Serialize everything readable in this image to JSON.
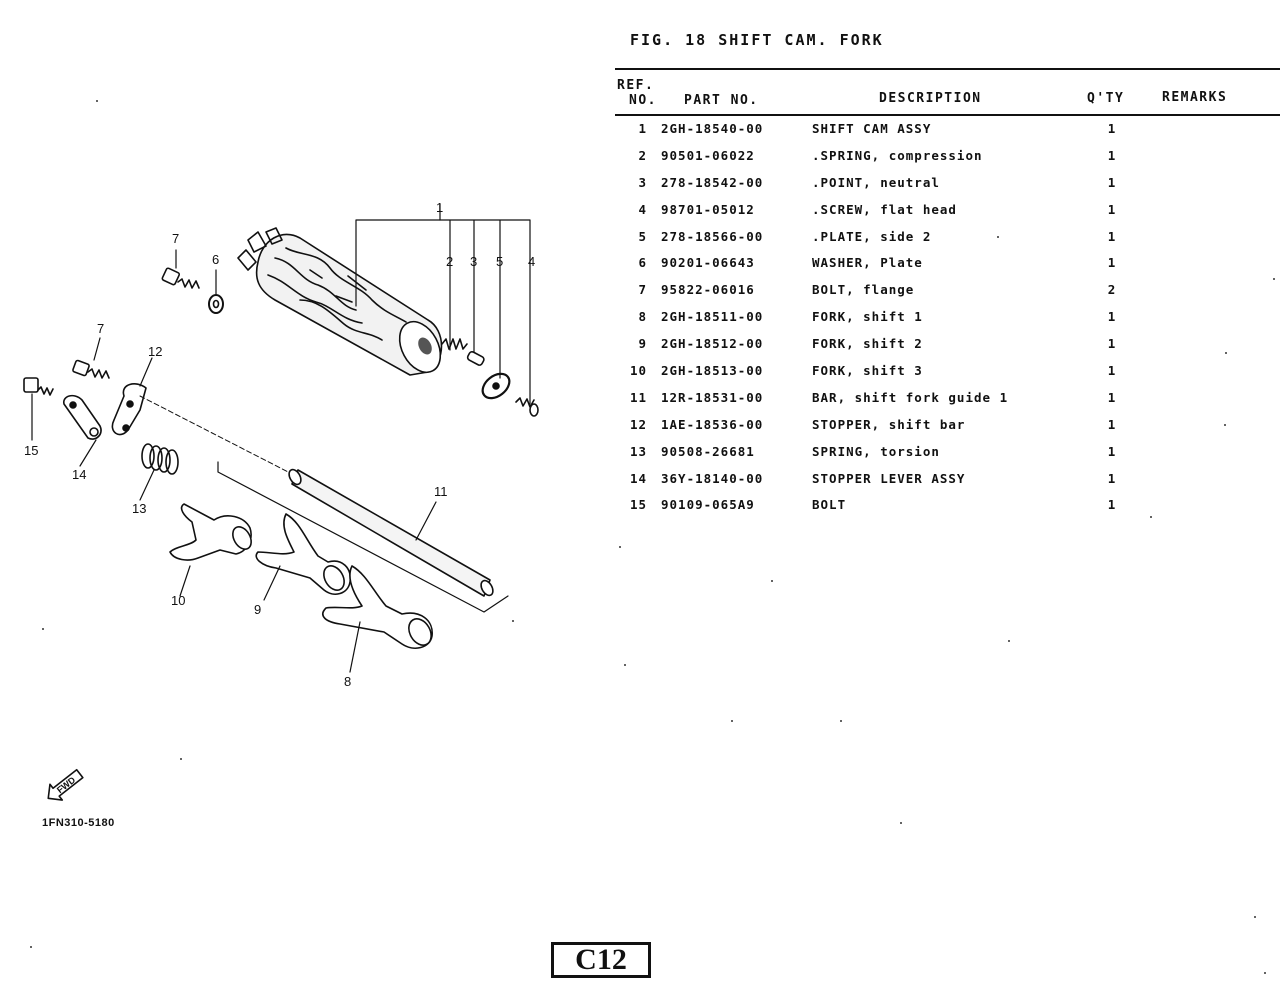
{
  "figure": {
    "title": "FIG. 18   SHIFT CAM. FORK"
  },
  "table": {
    "headers": {
      "ref_line1": "REF.",
      "ref_line2": "NO.",
      "part_no": "PART NO.",
      "description": "DESCRIPTION",
      "qty": "Q'TY",
      "remarks": "REMARKS"
    },
    "rows": [
      {
        "ref": "1",
        "part": "2GH-18540-00",
        "desc": "SHIFT CAM ASSY",
        "qty": "1",
        "remarks": ""
      },
      {
        "ref": "2",
        "part": "90501-06022",
        "desc": ".SPRING, compression",
        "qty": "1",
        "remarks": ""
      },
      {
        "ref": "3",
        "part": "278-18542-00",
        "desc": ".POINT, neutral",
        "qty": "1",
        "remarks": ""
      },
      {
        "ref": "4",
        "part": "98701-05012",
        "desc": ".SCREW, flat head",
        "qty": "1",
        "remarks": ""
      },
      {
        "ref": "5",
        "part": "278-18566-00",
        "desc": ".PLATE, side 2",
        "qty": "1",
        "remarks": ""
      },
      {
        "ref": "6",
        "part": "90201-06643",
        "desc": "WASHER, Plate",
        "qty": "1",
        "remarks": ""
      },
      {
        "ref": "7",
        "part": "95822-06016",
        "desc": "BOLT, flange",
        "qty": "2",
        "remarks": ""
      },
      {
        "ref": "8",
        "part": "2GH-18511-00",
        "desc": "FORK, shift 1",
        "qty": "1",
        "remarks": ""
      },
      {
        "ref": "9",
        "part": "2GH-18512-00",
        "desc": "FORK, shift 2",
        "qty": "1",
        "remarks": ""
      },
      {
        "ref": "10",
        "part": "2GH-18513-00",
        "desc": "FORK, shift 3",
        "qty": "1",
        "remarks": ""
      },
      {
        "ref": "11",
        "part": "12R-18531-00",
        "desc": "BAR, shift fork guide 1",
        "qty": "1",
        "remarks": ""
      },
      {
        "ref": "12",
        "part": "1AE-18536-00",
        "desc": "STOPPER, shift bar",
        "qty": "1",
        "remarks": ""
      },
      {
        "ref": "13",
        "part": "90508-26681",
        "desc": "SPRING, torsion",
        "qty": "1",
        "remarks": ""
      },
      {
        "ref": "14",
        "part": "36Y-18140-00",
        "desc": "STOPPER LEVER ASSY",
        "qty": "1",
        "remarks": ""
      },
      {
        "ref": "15",
        "part": "90109-065A9",
        "desc": "BOLT",
        "qty": "1",
        "remarks": ""
      }
    ]
  },
  "diagram": {
    "callouts": {
      "n1": "1",
      "n2": "2",
      "n3": "3",
      "n4": "4",
      "n5": "5",
      "n6": "6",
      "n7a": "7",
      "n7b": "7",
      "n8": "8",
      "n9": "9",
      "n10": "10",
      "n11": "11",
      "n12": "12",
      "n13": "13",
      "n14": "14",
      "n15": "15"
    },
    "fwd_label": "FWD"
  },
  "footer": {
    "drawing_code": "1FN310-5180",
    "page_number": "C12"
  }
}
